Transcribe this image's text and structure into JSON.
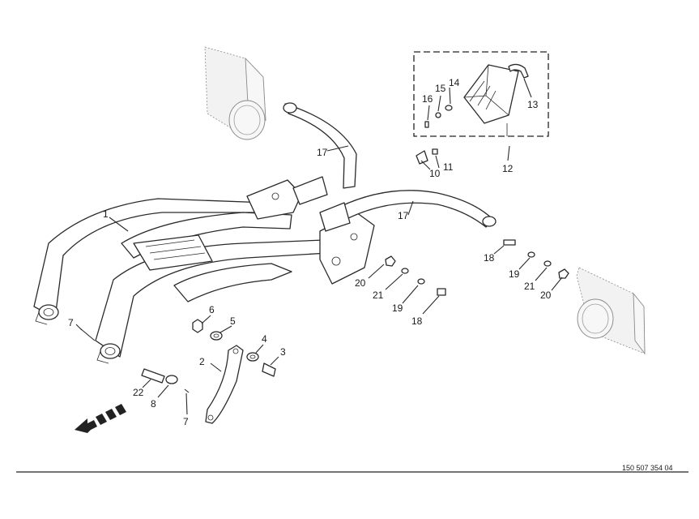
{
  "diagram": {
    "document_number": "150 507 354 04",
    "callouts": {
      "frame_left": "1",
      "link_bar": "2",
      "bolt": "3",
      "washer_large": "4",
      "washer": "5",
      "nut": "6",
      "pin_left": "7",
      "pin_bottom": "7",
      "washer_bottom": "8",
      "clip": "10",
      "screw_small": "11",
      "toolbox_group": "12",
      "handle": "13",
      "washer_box": "14",
      "spacer_box": "15",
      "screw_box": "16",
      "rail_upper": "17",
      "rail_right": "17",
      "bolt_right_top": "18",
      "bolt_right_bottom": "18",
      "washer_right_top": "19",
      "washer_right_bottom": "19",
      "nut_left": "20",
      "nut_right": "20",
      "lockwasher_left": "21",
      "lockwasher_right": "21",
      "axle_pin": "22"
    }
  }
}
